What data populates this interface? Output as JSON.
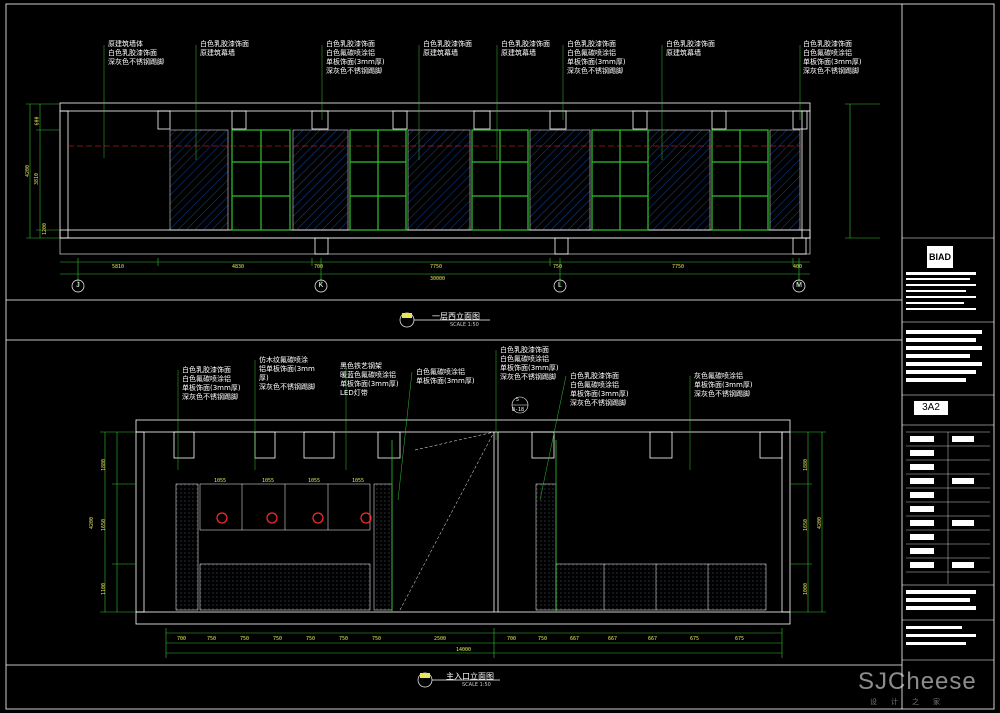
{
  "colors": {
    "background": "#000000",
    "frame": "#ffffff",
    "wall": "#ffffff",
    "glass": "#2ec42e",
    "dim": "#e6e65a",
    "accent": "#ff2a2a",
    "hatch": "#1e5fd8"
  },
  "elevation_top": {
    "title": "一层西立面图",
    "scale": "SCALE  1:50",
    "callouts": [
      {
        "lines": [
          "原建筑墙体",
          "白色乳胶漆饰面",
          "深灰色不锈钢踢脚"
        ]
      },
      {
        "lines": [
          "白色乳胶漆饰面",
          "原建筑幕墙"
        ]
      },
      {
        "lines": [
          "白色乳胶漆饰面",
          "白色氟碳喷涂铝",
          "单板饰面(3mm厚)",
          "深灰色不锈钢踢脚"
        ]
      },
      {
        "lines": [
          "白色乳胶漆饰面",
          "原建筑幕墙"
        ]
      },
      {
        "lines": [
          "白色乳胶漆饰面",
          "原建筑幕墙"
        ]
      },
      {
        "lines": [
          "白色乳胶漆饰面",
          "白色氟碳喷涂铝",
          "单板饰面(3mm厚)",
          "深灰色不锈钢踢脚"
        ]
      },
      {
        "lines": [
          "白色乳胶漆饰面",
          "原建筑幕墙"
        ]
      },
      {
        "lines": [
          "白色乳胶漆饰面",
          "白色氟碳喷涂铝",
          "单板饰面(3mm厚)",
          "深灰色不锈钢踢脚"
        ]
      }
    ],
    "dims": [
      "5810",
      "4830",
      "700",
      "7750",
      "750",
      "7750",
      "400"
    ],
    "total": "30000",
    "grid": [
      "J",
      "K",
      "L",
      "M"
    ],
    "vdims": [
      "600",
      "3810",
      "1200",
      "4200"
    ]
  },
  "elevation_bottom": {
    "title": "主入口立面图",
    "scale": "SCALE  1:50",
    "callouts": [
      {
        "lines": [
          "白色乳胶漆饰面",
          "白色氟碳喷涂铝",
          "单板饰面(3mm厚)",
          "深灰色不锈钢踢脚"
        ]
      },
      {
        "lines": [
          "仿木纹氟碳喷涂",
          "铝单板饰面(3mm",
          "厚)",
          "深灰色不锈钢踢脚"
        ]
      },
      {
        "lines": [
          "黑色铁艺钢架",
          "暖蓝色氟碳喷涂铝",
          "单板饰面(3mm厚)",
          "LED灯带"
        ]
      },
      {
        "lines": [
          "白色氟碳喷涂铝",
          "单板饰面(3mm厚)"
        ]
      },
      {
        "lines": [
          "白色乳胶漆饰面",
          "白色氟碳喷涂铝",
          "单板饰面(3mm厚)",
          "深灰色不锈钢踢脚"
        ]
      },
      {
        "lines": [
          "白色乳胶漆饰面",
          "白色氟碳喷涂铝",
          "单板饰面(3mm厚)",
          "深灰色不锈钢踢脚"
        ]
      },
      {
        "lines": [
          "灰色氟碳喷涂铝",
          "单板饰面(3mm厚)",
          "深灰色不锈钢踢脚"
        ]
      }
    ],
    "inner_dims": [
      "1055",
      "1055",
      "1055",
      "1055"
    ],
    "dims": [
      "700",
      "750",
      "750",
      "750",
      "750",
      "750",
      "750",
      "2500",
      "700",
      "750",
      "667",
      "667",
      "667",
      "675",
      "675"
    ],
    "total": "14000",
    "vdims_left": [
      "1880",
      "1650",
      "1100",
      "4200"
    ],
    "vdims_right": [
      "1880",
      "1650",
      "1000",
      "4200"
    ],
    "section_tag": [
      "5",
      "B-18"
    ]
  },
  "title_block": {
    "logo": "BIAD",
    "drawing_no": "3A2"
  },
  "watermark": {
    "text": "SJCheese",
    "sub": "设计之家"
  }
}
